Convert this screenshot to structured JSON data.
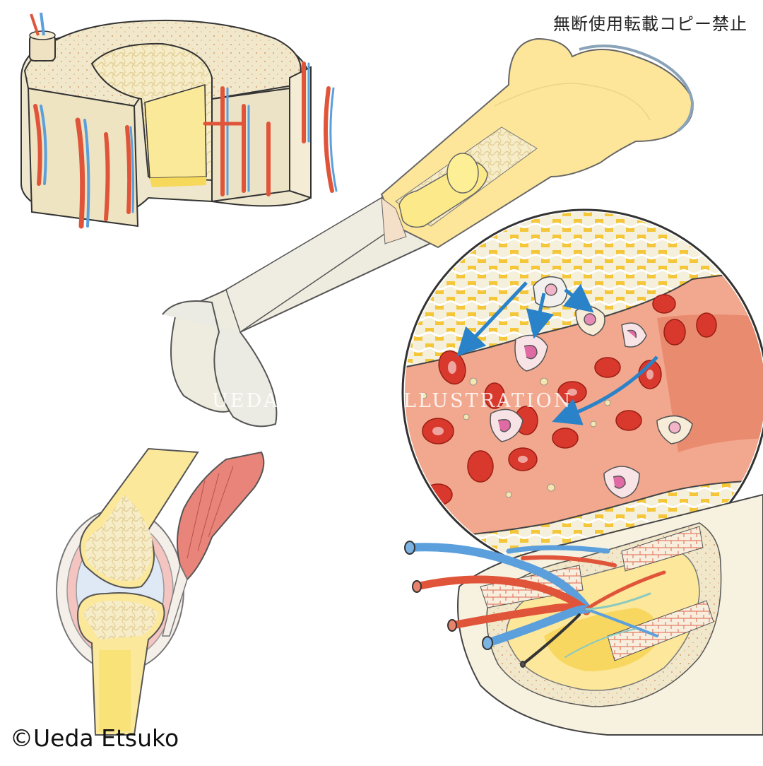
{
  "notice": "無断使用転載コピー禁止",
  "credit": "©Ueda Etsuko",
  "watermark": "UEDA ETSUKO ILLUSTRATION",
  "colors": {
    "bone": "#efe9d4",
    "bone_edge": "#6a6a6a",
    "marrow_yellow": "#fbeb8e",
    "artery": "#e0553a",
    "vein": "#5b9fdc",
    "blood_cell": "#d9382c",
    "muscle": "#e8847a",
    "plasma": "#f2a88e"
  },
  "panels": [
    {
      "name": "bone-cross-section",
      "icon": "osteon-block-icon"
    },
    {
      "name": "femur-longitudinal-section",
      "icon": "femur-icon"
    },
    {
      "name": "bone-marrow-magnified",
      "icon": "hematopoiesis-icon"
    },
    {
      "name": "synovial-joint",
      "icon": "joint-icon"
    },
    {
      "name": "bone-shaft-vessels",
      "icon": "bone-tube-icon"
    }
  ]
}
